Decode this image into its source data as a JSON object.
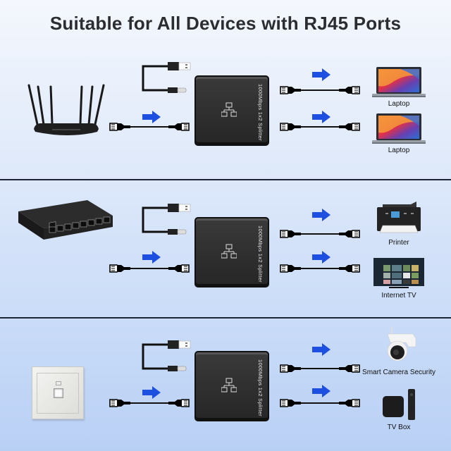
{
  "title": "Suitable for All Devices with RJ45 Ports",
  "splitter_label": "1000Mbps 1x2 Splitter",
  "colors": {
    "arrow": "#1d4fe0",
    "splitter_body": "#2b2b2b",
    "divider": "#1b2434",
    "title_text": "#2b2d31"
  },
  "panels": [
    {
      "source_device": "router",
      "source_icon": "router-icon",
      "outputs": [
        {
          "label": "Laptop",
          "icon": "laptop-icon"
        },
        {
          "label": "Laptop",
          "icon": "laptop-icon"
        }
      ]
    },
    {
      "source_device": "network-switch",
      "source_icon": "switch-icon",
      "outputs": [
        {
          "label": "Printer",
          "icon": "printer-icon"
        },
        {
          "label": "Internet TV",
          "icon": "tv-icon"
        }
      ]
    },
    {
      "source_device": "wall-ethernet-socket",
      "source_icon": "wall-socket-icon",
      "outputs": [
        {
          "label": "Smart Camera Security",
          "icon": "camera-icon"
        },
        {
          "label": "TV Box",
          "icon": "tv-box-icon"
        }
      ]
    }
  ]
}
